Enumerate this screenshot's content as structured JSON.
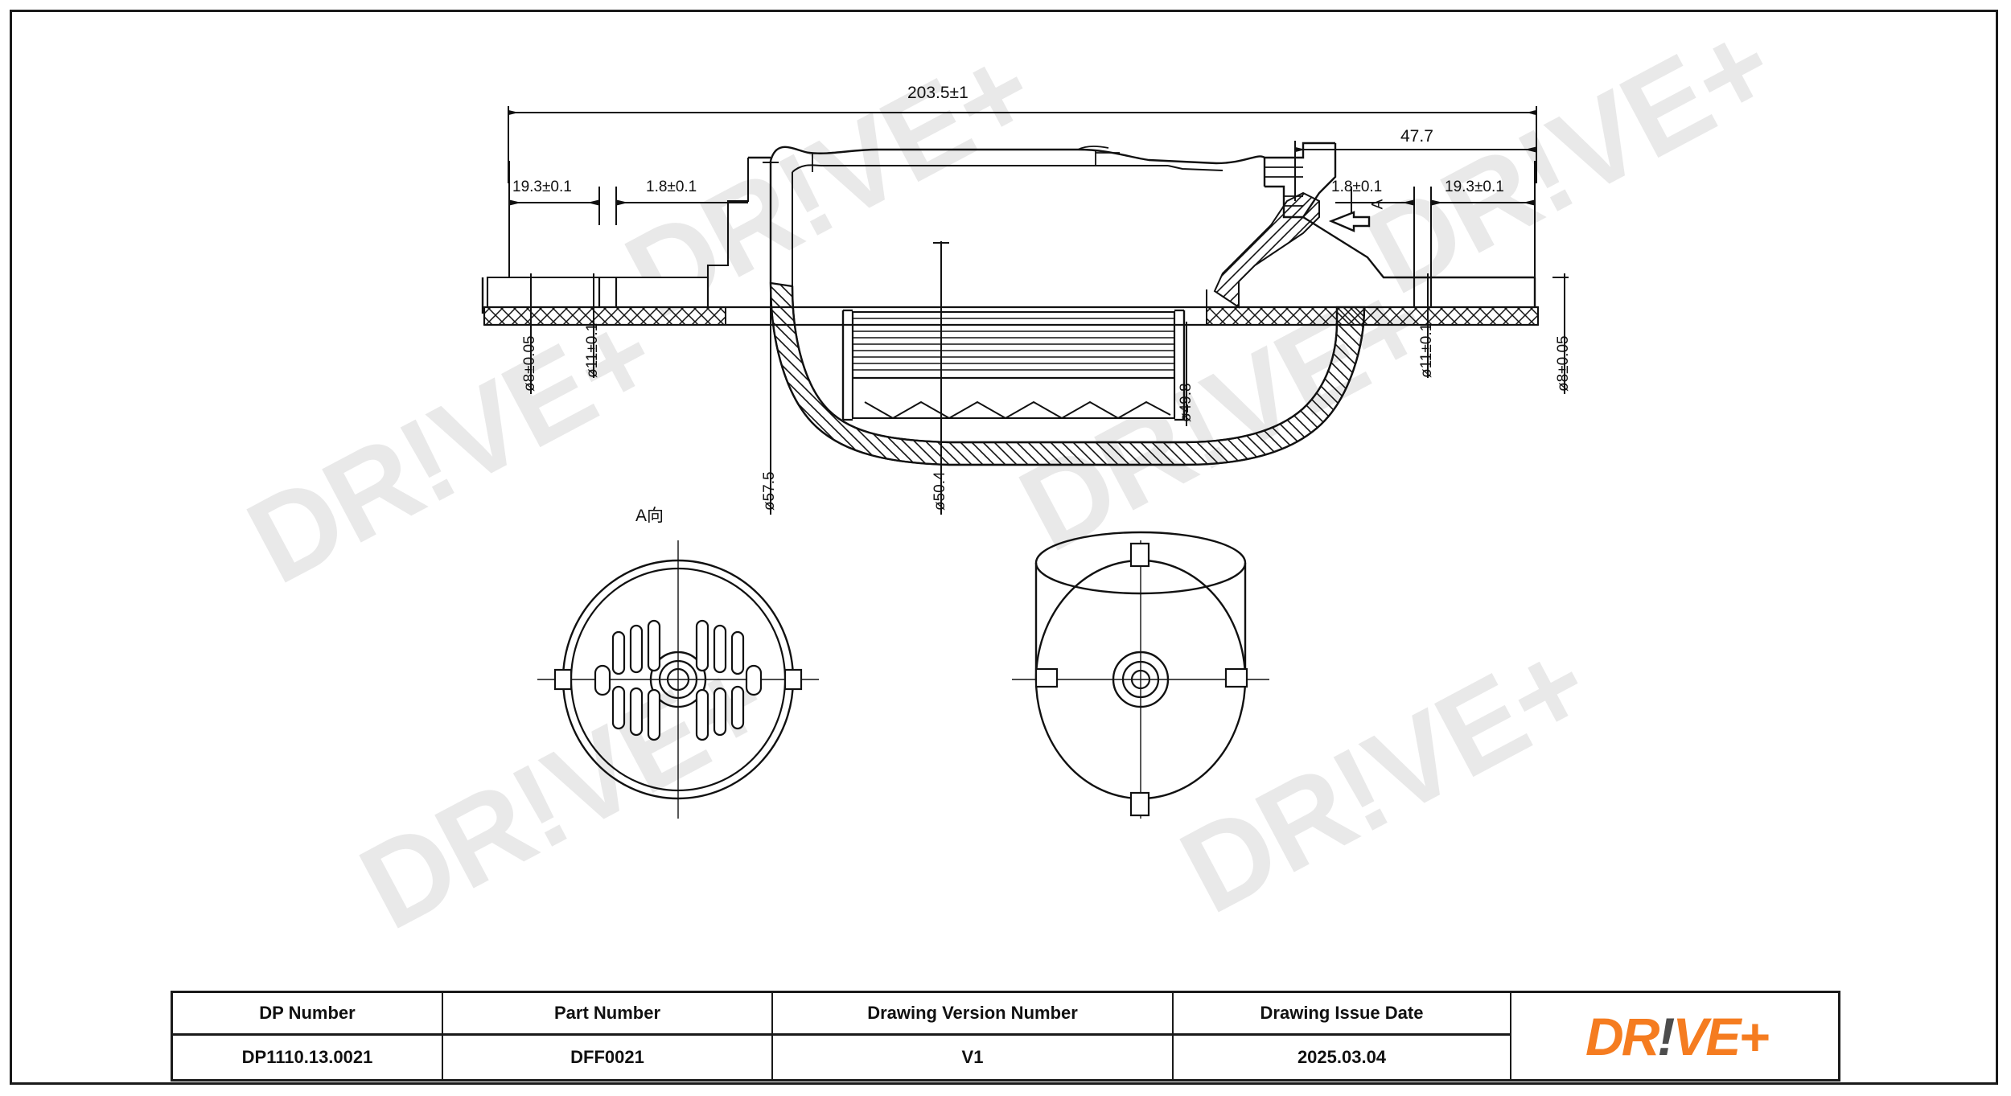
{
  "drawing": {
    "type": "mechanical-part-technical-drawing",
    "part_description": "Fuel filter cartridge cross-section with two end views",
    "views": {
      "section_view_label": "A向",
      "section_arrow_label": "A"
    },
    "dimensions": {
      "overall_length": "203.5±1",
      "right_segment": "47.7",
      "left_offset": "19.3±0.1",
      "left_thickness": "1.8±0.1",
      "right_thickness": "1.8±0.1",
      "right_offset": "19.3±0.1",
      "left_small_dia": "ø8±0.05",
      "left_mid_dia": "ø11±0.1",
      "right_mid_dia": "ø11±0.1",
      "right_small_dia": "ø8±0.05",
      "body_outer_dia": "ø57.5",
      "element_dia": "ø50.4",
      "inner_dia": "ø49.8"
    }
  },
  "titleblock": {
    "columns": [
      {
        "header": "DP Number",
        "value": "DP1110.13.0021"
      },
      {
        "header": "Part Number",
        "value": "DFF0021"
      },
      {
        "header": "Drawing Version Number",
        "value": "V1"
      },
      {
        "header": "Drawing Issue Date",
        "value": "2025.03.04"
      }
    ],
    "logo": {
      "part1": "DR",
      "part2": "!",
      "part3": "VE+",
      "color_orange": "#f57c20",
      "color_gray": "#4d4d4d"
    }
  },
  "watermarks": {
    "text": "DR!VE+",
    "color": "#e9e9e9"
  }
}
